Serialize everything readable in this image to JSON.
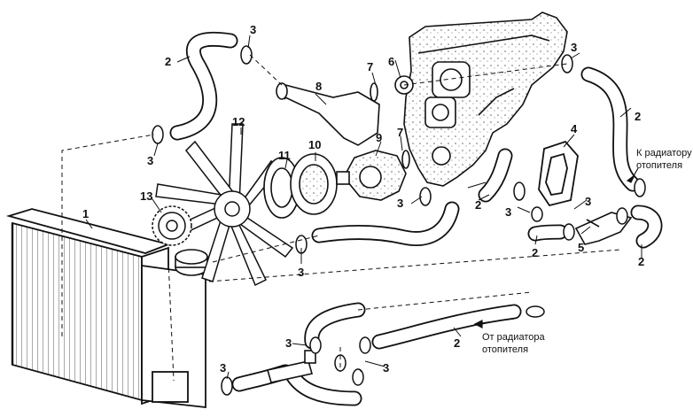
{
  "labels": {
    "n1": "1",
    "n2": "2",
    "n3": "3",
    "n4": "4",
    "n5": "5",
    "n6": "6",
    "n7": "7",
    "n8": "8",
    "n9": "9",
    "n10": "10",
    "n11": "11",
    "n12": "12",
    "n13": "13"
  },
  "notes": {
    "to_heater_line1": "К радиатору",
    "to_heater_line2": "отопителя",
    "from_heater_line1": "От радиатора",
    "from_heater_line2": "отопителя"
  },
  "colors": {
    "ink": "#111111",
    "paper": "#ffffff",
    "shade": "#cfcfcf"
  }
}
